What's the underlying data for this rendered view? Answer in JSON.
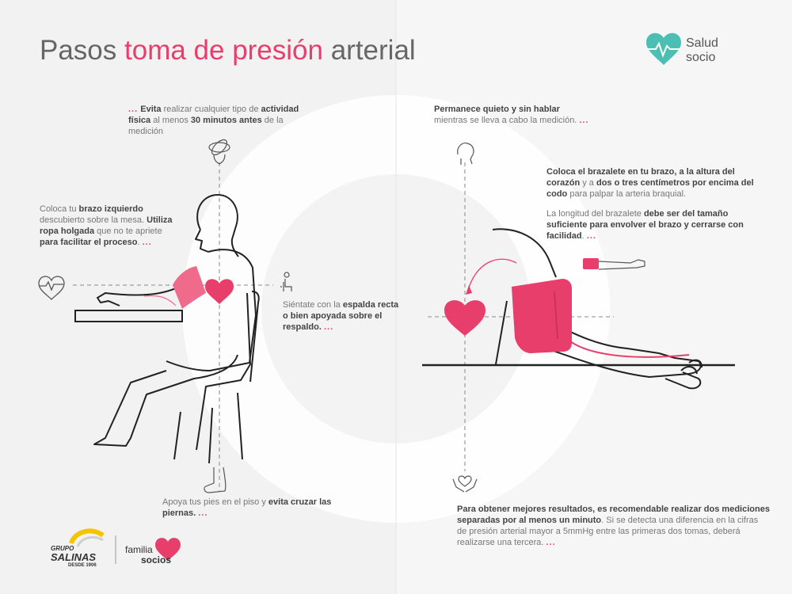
{
  "header": {
    "title_pre": "Pasos ",
    "title_highlight": "toma de presión",
    "title_post": " arterial"
  },
  "brand": {
    "name_line1": "Salud",
    "name_line2": "socio",
    "accent_color": "#e83e6c",
    "teal_color": "#4bbfb2"
  },
  "tips": {
    "activity": {
      "p1": "Evita",
      "p2": " realizar cualquier tipo de ",
      "p3": "actividad física",
      "p4": " al menos ",
      "p5": "30 minutos antes",
      "p6": " de la medición"
    },
    "arm": {
      "p1": "Coloca tu ",
      "p2": "brazo izquierdo",
      "p3": " descubierto sobre la mesa. ",
      "p4": "Utiliza ropa holgada",
      "p5": " que no te apriete ",
      "p6": "para facilitar el proceso",
      "p7": "."
    },
    "sit": {
      "p1": "Siéntate con la ",
      "p2": "espalda recta o bien apoyada sobre el respaldo."
    },
    "feet": {
      "p1": "Apoya tus pies en el piso y ",
      "p2": "evita cruzar las piernas."
    },
    "quiet": {
      "p1": "Permanece quieto y sin hablar",
      "p2": "mientras se lleva a cabo la medición."
    },
    "cuff": {
      "p1": "Coloca el brazalete en tu brazo, a la altura del corazón",
      "p2": " y a ",
      "p3": "dos o tres centímetros por encima del codo",
      "p4": " para palpar la arteria braquial."
    },
    "length": {
      "p1": "La longitud del brazalete ",
      "p2": "debe ser del tamaño suficiente para envolver el brazo y cerrarse con facilidad",
      "p3": "."
    },
    "results": {
      "p1": "Para obtener mejores resultados, es recomendable realizar dos mediciones separadas por al menos un minuto",
      "p2": ". Si se detecta una diferencia en la cifras de presión arterial mayor a 5mmHg entre las primeras dos tomas, deberá realizarse una tercera."
    }
  },
  "dots": "...",
  "footer": {
    "grupo_line1": "GRUPO",
    "grupo_line2": "SALINAS",
    "grupo_line3": "DESDE 1906",
    "familia_line1": "familia",
    "familia_line2": "socios"
  },
  "icons": [
    "heartbeat-icon",
    "brain-icon",
    "head-icon",
    "seated-person-icon",
    "foot-icon",
    "hands-heart-icon",
    "cuff-arm-icon",
    "salud-socio-heart-logo"
  ]
}
